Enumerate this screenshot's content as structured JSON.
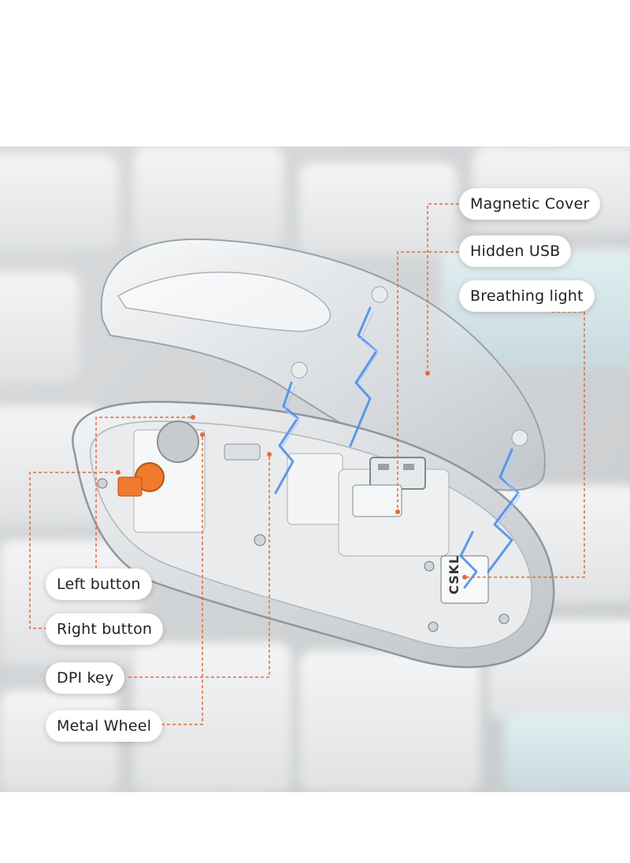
{
  "callouts": {
    "magnetic_cover": "Magnetic Cover",
    "hidden_usb": "Hidden USB",
    "breathing_light": "Breathing light",
    "left_button": "Left button",
    "right_button": "Right button",
    "dpi_key": "DPI key",
    "metal_wheel": "Metal Wheel"
  },
  "logo_text": "CSKL",
  "colors": {
    "leader_line": "#e46a3b",
    "background": "#ffffff",
    "keycap_light": "#eceeef",
    "keycap_blue": "#d8e6ea",
    "lightning": "#4f8fe8",
    "switch_orange": "#f07a2e"
  }
}
